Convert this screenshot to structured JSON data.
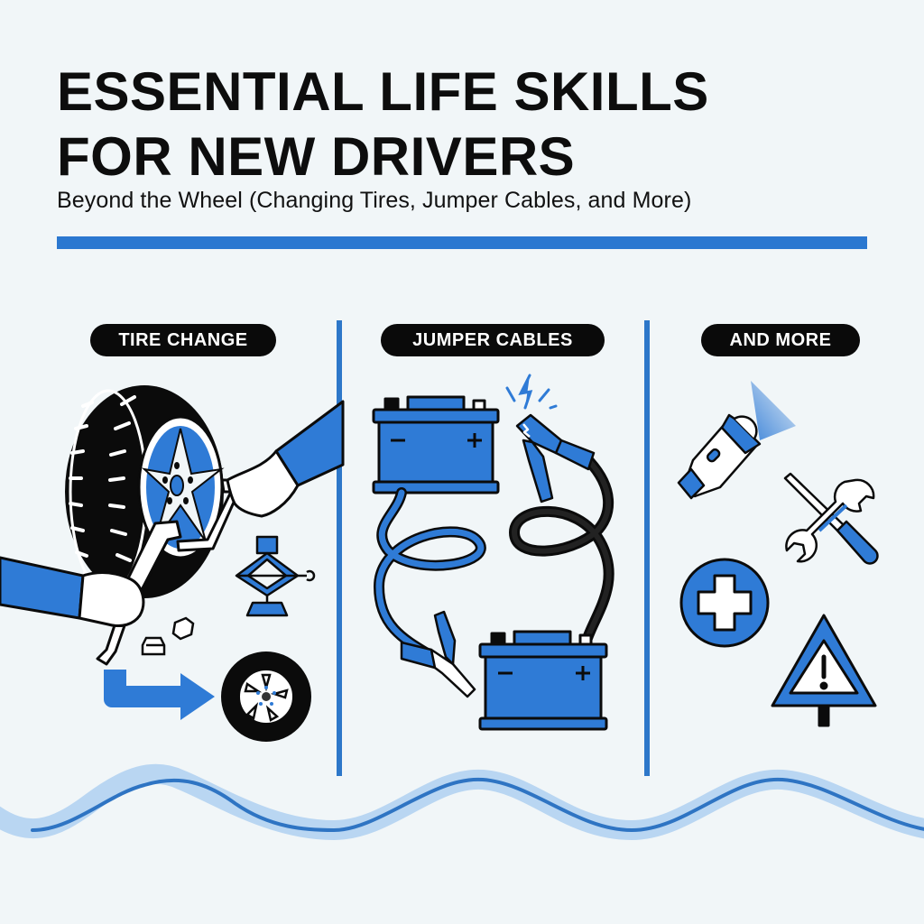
{
  "header": {
    "title_line1": "ESSENTIAL LIFE SKILLS",
    "title_line2": "FOR NEW DRIVERS",
    "subtitle": "Beyond the Wheel (Changing Tires, Jumper Cables, and More)"
  },
  "sections": [
    {
      "label": "TIRE CHANGE",
      "icons": [
        "tire-icon",
        "lug-wrench-icon",
        "hand-icon",
        "scissor-jack-icon",
        "lug-nut-icon",
        "arrow-icon",
        "spare-wheel-icon"
      ]
    },
    {
      "label": "JUMPER CABLES",
      "icons": [
        "car-battery-icon",
        "jumper-cable-icon",
        "spark-icon"
      ]
    },
    {
      "label": "AND MORE",
      "icons": [
        "flashlight-icon",
        "tools-icon",
        "first-aid-icon",
        "warning-triangle-icon"
      ]
    }
  ],
  "colors": {
    "accent": "#2b78d0",
    "ink": "#0d0d0d",
    "background": "#f1f6f8",
    "wave_glow": "#b9d6f2"
  }
}
